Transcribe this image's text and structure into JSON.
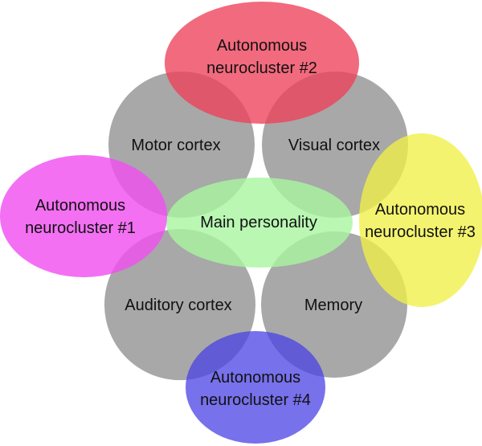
{
  "diagram": {
    "regions": [
      {
        "id": "motor",
        "label": "Motor cortex",
        "color": "#999999"
      },
      {
        "id": "visual",
        "label": "Visual cortex",
        "color": "#999999"
      },
      {
        "id": "auditory",
        "label": "Auditory cortex",
        "color": "#999999"
      },
      {
        "id": "memory",
        "label": "Memory",
        "color": "#999999"
      },
      {
        "id": "main",
        "label": "Main personality",
        "color": "#a8f5a0"
      },
      {
        "id": "an1",
        "label_line1": "Autonomous",
        "label_line2": "neurocluster #1",
        "color": "#f564f5"
      },
      {
        "id": "an2",
        "label_line1": "Autonomous",
        "label_line2": "neurocluster #2",
        "color": "#f0576b"
      },
      {
        "id": "an3",
        "label_line1": "Autonomous",
        "label_line2": "neurocluster #3",
        "color": "#f0f05a"
      },
      {
        "id": "an4",
        "label_line1": "Autonomous",
        "label_line2": "neurocluster #4",
        "color": "#6b64ea"
      }
    ]
  }
}
